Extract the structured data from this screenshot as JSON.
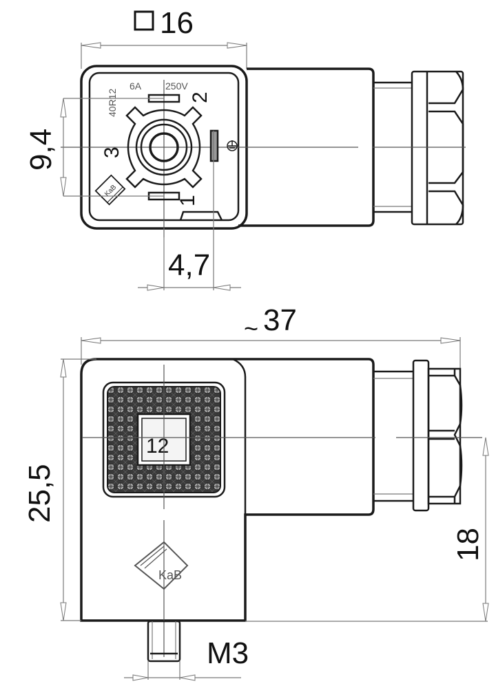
{
  "drawing": {
    "type": "Valve connector technical drawing",
    "top_view": {
      "width_dimension": {
        "symbol": "□",
        "value": "16"
      },
      "pin_spacing_vertical": "9,4",
      "pin_offset_horizontal": "4,7",
      "face_labels": {
        "rating_current": "6A",
        "rating_voltage": "250V",
        "code": "40R12",
        "pin_1": "1",
        "pin_2": "2",
        "pin_3": "3",
        "ground_symbol": "⏚",
        "logo": "KaB"
      }
    },
    "side_view": {
      "overall_length": {
        "prefix": "~",
        "value": "37"
      },
      "height": "25,5",
      "cable_axis_height": "18",
      "screw_thread": "M3",
      "window_label": "12",
      "logo": "KaB"
    }
  },
  "colors": {
    "line": "#1a1a1a",
    "dimension_line": "#777777",
    "background": "#ffffff"
  }
}
